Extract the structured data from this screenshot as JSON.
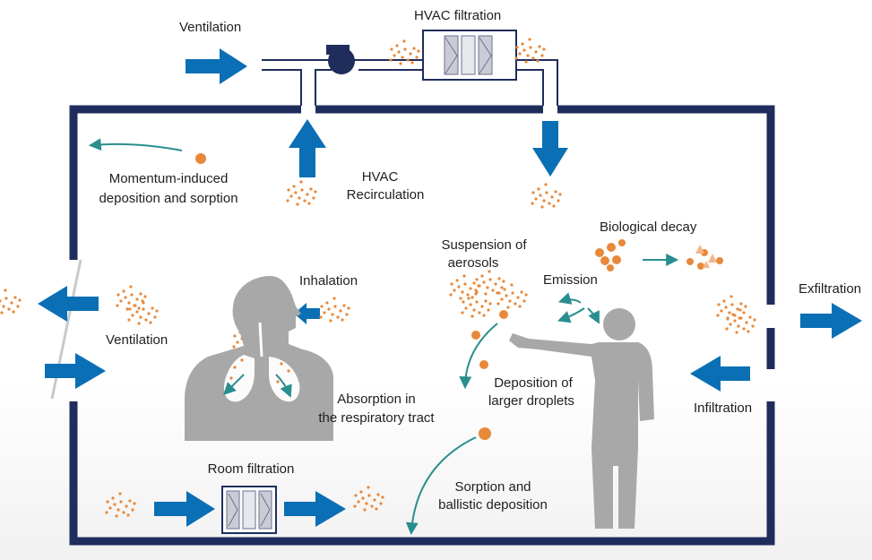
{
  "labels": {
    "ventilation_in": "Ventilation",
    "hvac_filtration": "HVAC filtration",
    "momentum_line1": "Momentum-induced",
    "momentum_line2": "deposition and sorption",
    "hvac_recirc_line1": "HVAC",
    "hvac_recirc_line2": "Recirculation",
    "biological_decay": "Biological decay",
    "suspension_line1": "Suspension of",
    "suspension_line2": "aerosols",
    "emission": "Emission",
    "inhalation": "Inhalation",
    "ventilation_side": "Ventilation",
    "exfiltration": "Exfiltration",
    "deposition_line1": "Deposition of",
    "deposition_line2": "larger droplets",
    "infiltration": "Infiltration",
    "absorption_line1": "Absorption in",
    "absorption_line2": "the respiratory tract",
    "room_filtration": "Room filtration",
    "sorption_line1": "Sorption and",
    "sorption_line2": "ballistic deposition"
  },
  "colors": {
    "wall": "#1f2d5c",
    "arrow": "#0a6fb5",
    "particle": "#e8883a",
    "teal": "#2a8e8e",
    "silhouette": "#a8a8a8"
  }
}
